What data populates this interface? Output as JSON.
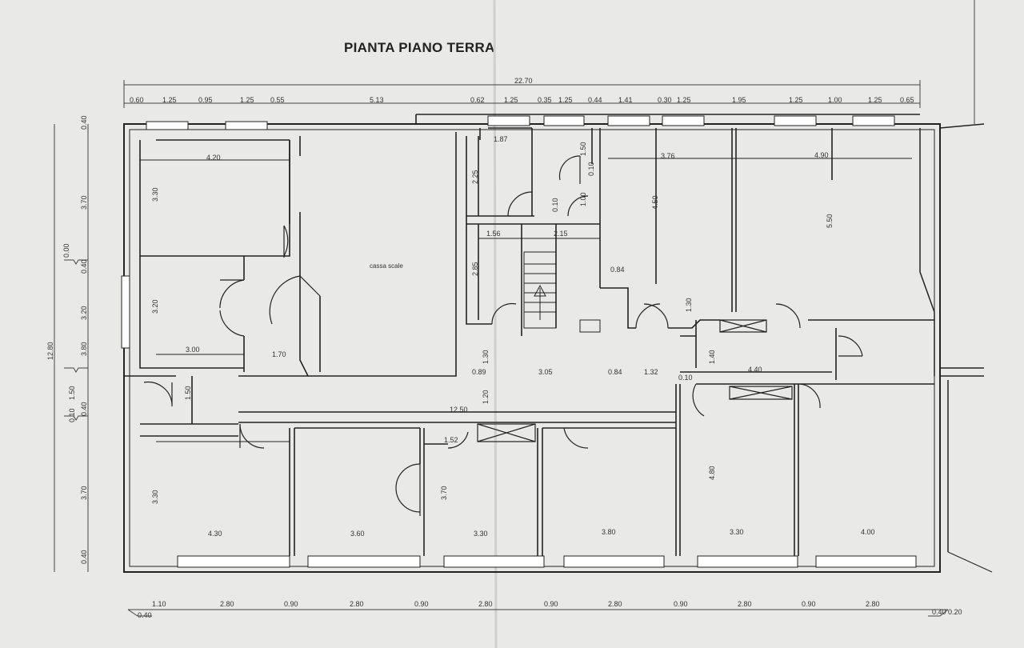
{
  "title": "PIANTA PIANO TERRA",
  "overall_width": "22.70",
  "top_dims": [
    "0.60",
    "1.25",
    "0.95",
    "1.25",
    "0.55",
    "5.13",
    "0.62",
    "1.25",
    "0.35",
    "1.25",
    "0.44",
    "1.41",
    "0.30",
    "1.25",
    "1.95",
    "1.25",
    "1.00",
    "1.25",
    "0.65"
  ],
  "bottom_dims": [
    "1.10",
    "2.80",
    "0.90",
    "2.80",
    "0.90",
    "2.80",
    "0.90",
    "2.80",
    "0.90",
    "2.80",
    "0.90",
    "2.80"
  ],
  "bottom_end_left": "0.40",
  "bottom_end_right": "0.40",
  "bottom_end_right2": "0.20",
  "left_total": "12.80",
  "left_dims": [
    "0.40",
    "3.70",
    "0.00",
    "0.40",
    "3.20",
    "3.80",
    "1.50",
    "0.40",
    "0.10",
    "3.70",
    "0.40"
  ],
  "room_labels": {
    "stair_well": "cassa scale",
    "r1": "4.20",
    "r2": "3.30",
    "r3": "3.20",
    "r4": "3.00",
    "r5": "1.70",
    "r6": "1.50",
    "r7": "1.87",
    "r8": "2.25",
    "r9": "1.56",
    "r10": "2.15",
    "r11": "2.85",
    "r12": "1.50",
    "r13": "0.10",
    "r14": "0.10",
    "r15": "1.00",
    "r16": "3.76",
    "r17": "4.50",
    "r18": "4.90",
    "r19": "5.50",
    "r20": "0.84",
    "r21": "1.30",
    "r22": "1.30",
    "r23": "0.89",
    "r24": "3.05",
    "r25": "0.84",
    "r26": "1.32",
    "r27": "1.40",
    "r28": "0.10",
    "r29": "4.40",
    "r30": "1.20",
    "r31": "12.50",
    "r32": "1.52",
    "r33": "3.70",
    "r34": "3.30",
    "r35": "4.30",
    "r36": "3.60",
    "r37": "3.30",
    "r38": "3.80",
    "r39": "4.80",
    "r40": "3.30",
    "r41": "4.00"
  }
}
